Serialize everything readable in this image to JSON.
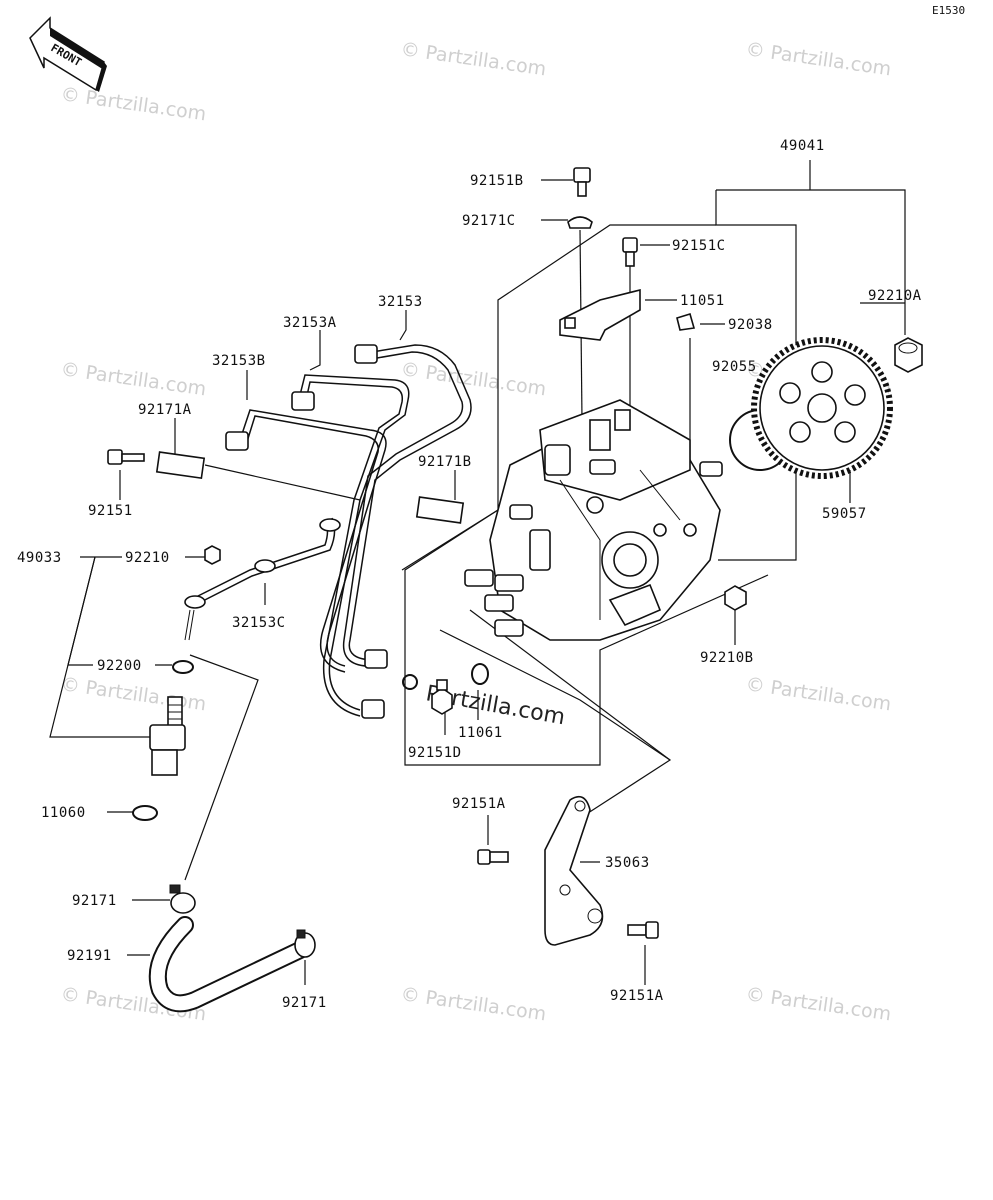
{
  "diagram_code": "E1530",
  "front_label": "FRONT",
  "watermark_main": "Partzilla.com",
  "watermark_small": "© Partzilla.com",
  "parts": [
    "49041",
    "92151B",
    "92171C",
    "92151C",
    "11051",
    "92038",
    "92210A",
    "92055",
    "59057",
    "32153",
    "32153A",
    "32153B",
    "92171A",
    "92171B",
    "92151",
    "49033",
    "92210",
    "32153C",
    "92200",
    "11060",
    "11061",
    "92151D",
    "92210B",
    "92151A",
    "35063",
    "92151A",
    "92171",
    "92191",
    "92171"
  ]
}
